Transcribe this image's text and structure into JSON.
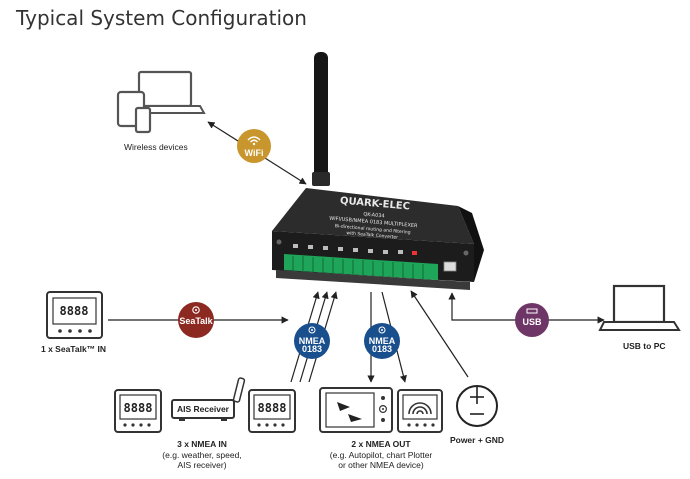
{
  "title": "Typical System Configuration",
  "badges": {
    "wifi": "WiFi",
    "seatalk": "SeaTalk",
    "usb": "USB",
    "nmea_in": [
      "NMEA",
      "0183"
    ],
    "nmea_out": [
      "NMEA",
      "0183"
    ]
  },
  "labels": {
    "wireless_devices": "Wireless devices",
    "seatalk_in": "1 x SeaTalk™ IN",
    "usb_to_pc": "USB to PC",
    "power_gnd": "Power + GND",
    "nmea_in_title": "3 x NMEA IN",
    "nmea_in_sub1": "(e.g. weather, speed,",
    "nmea_in_sub2": "AIS receiver)",
    "nmea_out_title": "2 x NMEA OUT",
    "nmea_out_sub1": "(e.g. Autopilot, chart Plotter",
    "nmea_out_sub2": "or other NMEA device)",
    "ais_receiver": "AIS Receiver"
  },
  "multiplexer": {
    "brand": "QUARK-ELEC",
    "model": "QK-A034",
    "line1": "WIFI/USB/NMEA 0183 MULTIPLEXER",
    "line2": "Bi-directional routing and filtering",
    "line3": "with SeaTalk Converter"
  },
  "display_digits": "8888",
  "colors": {
    "wifi": "#c8962c",
    "seatalk": "#8c2a22",
    "usb": "#6e3567",
    "nmea": "#1a4f8e",
    "terminal_green": "#1ea55a",
    "device_body": "#1f1f1f"
  }
}
